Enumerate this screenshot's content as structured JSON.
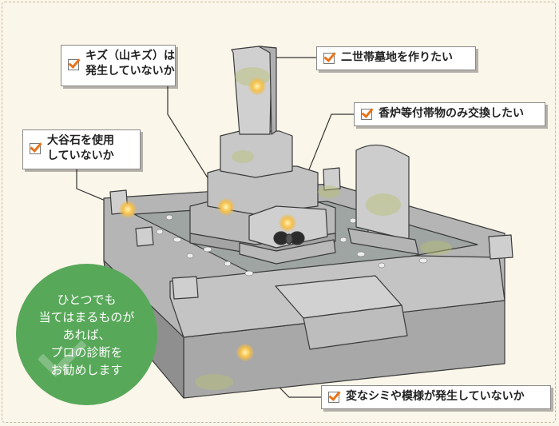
{
  "callouts": {
    "scratches": {
      "line1": "キズ（山キズ）は",
      "line2": "発生していないか"
    },
    "family_grave": {
      "text": "二世帯墓地を作りたい"
    },
    "incense": {
      "text": "香炉等付帯物のみ交換したい"
    },
    "oya_stone": {
      "line1": "大谷石を使用",
      "line2": "していないか"
    },
    "stains": {
      "text": "変なシミや模様が発生していないか"
    }
  },
  "badge": {
    "lines": [
      "ひとつでも",
      "当てはまるものが",
      "あれば、",
      "プロの診断を",
      "お勧めします"
    ]
  },
  "colors": {
    "background": "#fbf6ea",
    "check_mark": "#e8731a",
    "marker": "#f4b844",
    "badge": "#58a85a",
    "stone": "#b9b9b9",
    "moss": "#b8c270"
  }
}
